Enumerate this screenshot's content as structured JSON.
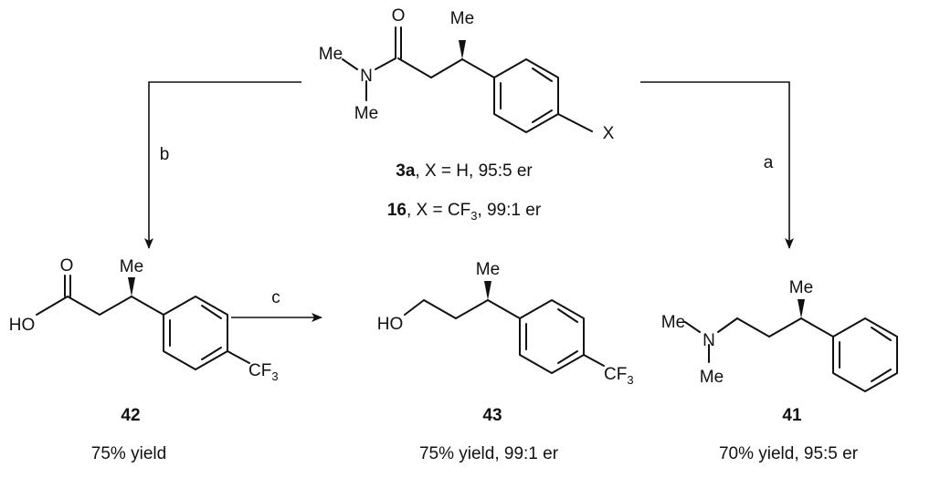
{
  "scheme": {
    "start": {
      "atoms": {
        "o": "O",
        "n": "N",
        "me_n1": "Me",
        "me_n2": "Me",
        "me_star": "Me",
        "x": "X"
      },
      "captions": [
        {
          "id": "3a",
          "label": "3a",
          "text": ", X = H, 95:5 er"
        },
        {
          "id": "16",
          "label": "16",
          "text_pre": ", X = CF",
          "sub": "3",
          "text_post": ", 99:1 er"
        }
      ]
    },
    "arrows": {
      "a": "a",
      "b": "b",
      "c": "c"
    },
    "products": [
      {
        "id": "42",
        "label": "42",
        "yield": "75% yield",
        "atoms": {
          "o": "O",
          "ho": "HO",
          "me": "Me",
          "cf": "CF",
          "sub": "3"
        }
      },
      {
        "id": "43",
        "label": "43",
        "yield": "75% yield, 99:1 er",
        "atoms": {
          "ho": "HO",
          "me": "Me",
          "cf": "CF",
          "sub": "3"
        }
      },
      {
        "id": "41",
        "label": "41",
        "yield": "70% yield, 95:5 er",
        "atoms": {
          "n": "N",
          "me_n1": "Me",
          "me_n2": "Me",
          "me": "Me"
        }
      }
    ]
  }
}
